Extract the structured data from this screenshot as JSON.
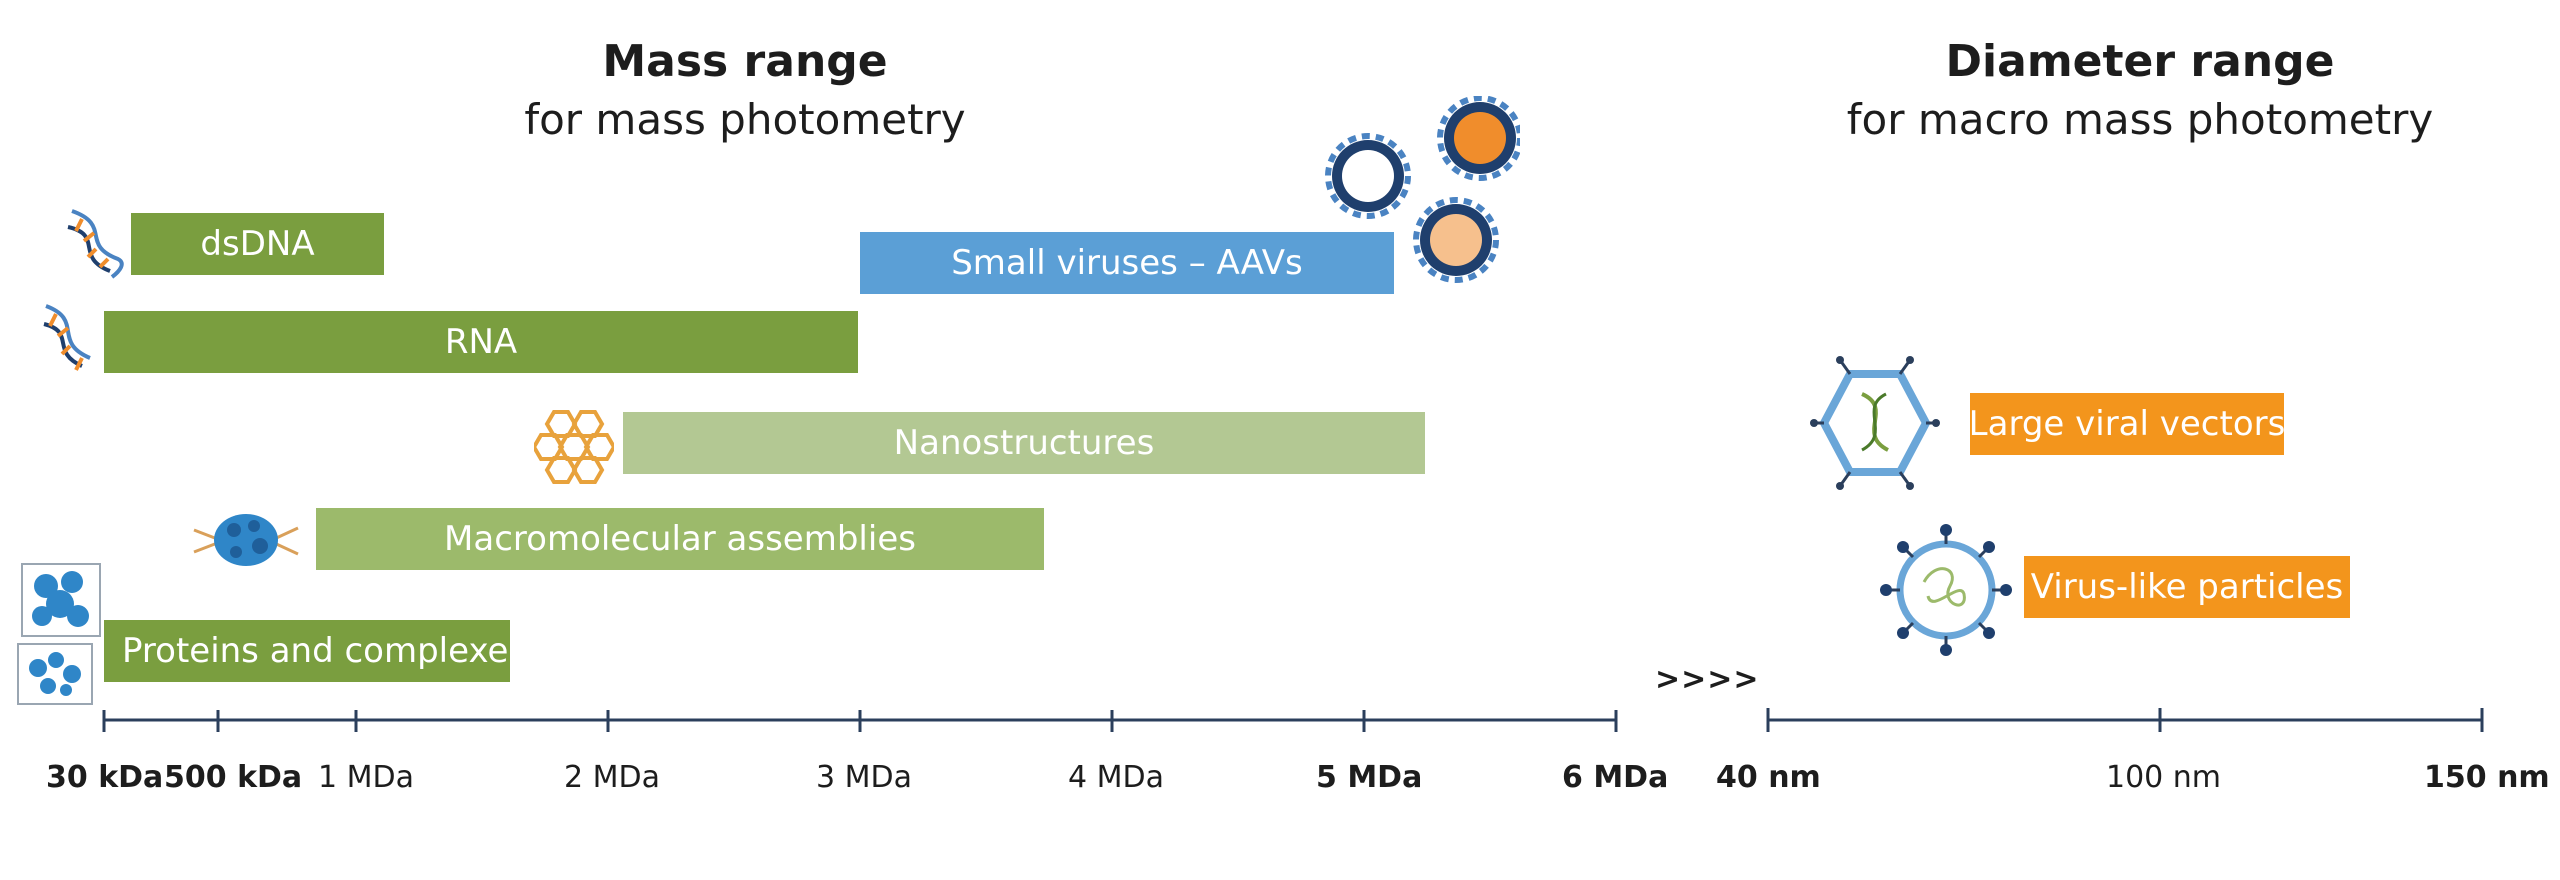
{
  "mass_panel": {
    "title": "Mass range",
    "subtitle": "for mass photometry",
    "bars": [
      {
        "label": "dsDNA"
      },
      {
        "label": "Small viruses – AAVs"
      },
      {
        "label": "RNA"
      },
      {
        "label": "Nanostructures"
      },
      {
        "label": "Macromolecular assemblies"
      },
      {
        "label": "Proteins and complexes"
      }
    ],
    "ticks": [
      "30 kDa",
      "500 kDa",
      "1 MDa",
      "2 MDa",
      "3 MDa",
      "4 MDa",
      "5 MDa",
      "6 MDa"
    ],
    "break_marker": ">>>>"
  },
  "diameter_panel": {
    "title": "Diameter range",
    "subtitle": "for macro mass photometry",
    "bars": [
      {
        "label": "Large viral vectors"
      },
      {
        "label": "Virus-like particles"
      }
    ],
    "ticks": [
      "40 nm",
      "100 nm",
      "150 nm"
    ]
  },
  "icons": [
    "dna-helix-icon",
    "rna-helix-icon",
    "aav-capsid-icon",
    "nanostructure-hexagon-icon",
    "macromolecular-assembly-icon",
    "protein-structure-icon",
    "viral-vector-icon",
    "virus-like-particle-icon"
  ],
  "colors": {
    "green_dark": "#7a9e3f",
    "green_mid": "#9cba6b",
    "green_light": "#b3c893",
    "blue": "#5b9fd6",
    "orange": "#f3951c",
    "axis": "#2b3f5c"
  }
}
